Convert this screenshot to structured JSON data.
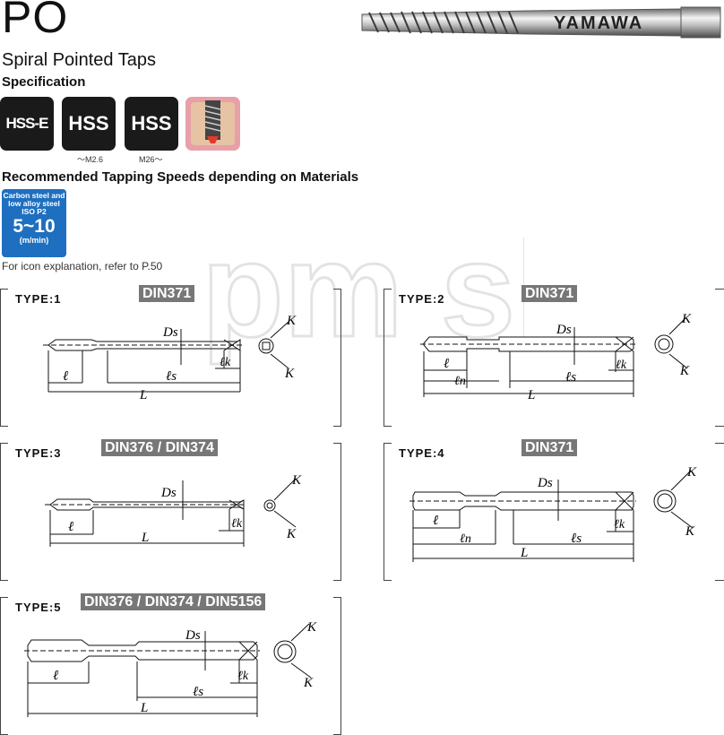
{
  "header": {
    "title": "PO",
    "subtitle": "Spiral Pointed Taps",
    "spec_heading": "Specification",
    "brand_on_tool": "YAMAWA"
  },
  "materials": [
    {
      "label": "HSS-E",
      "note": ""
    },
    {
      "label": "HSS",
      "note": "～M2.6"
    },
    {
      "label": "HSS",
      "note": "M26～"
    }
  ],
  "speeds": {
    "heading": "Recommended Tapping Speeds depending on Materials",
    "material_line1": "Carbon steel and",
    "material_line2": "low alloy steel",
    "material_line3": "ISO P2",
    "value": "5~10",
    "unit": "(m/min)",
    "color": "#1f6fc0"
  },
  "icon_note": "For icon explanation, refer to P.50",
  "types": [
    {
      "label": "TYPE:1",
      "standard": "DIN371"
    },
    {
      "label": "TYPE:2",
      "standard": "DIN371"
    },
    {
      "label": "TYPE:3",
      "standard": "DIN376 / DIN374"
    },
    {
      "label": "TYPE:4",
      "standard": "DIN371"
    },
    {
      "label": "TYPE:5",
      "standard": "DIN376 / DIN374 / DIN5156"
    }
  ],
  "dims": {
    "ds": "Ds",
    "l": "ℓ",
    "ls": "ℓs",
    "lk": "ℓk",
    "ln": "ℓn",
    "L": "L",
    "K": "K"
  },
  "watermark": "pm shop"
}
